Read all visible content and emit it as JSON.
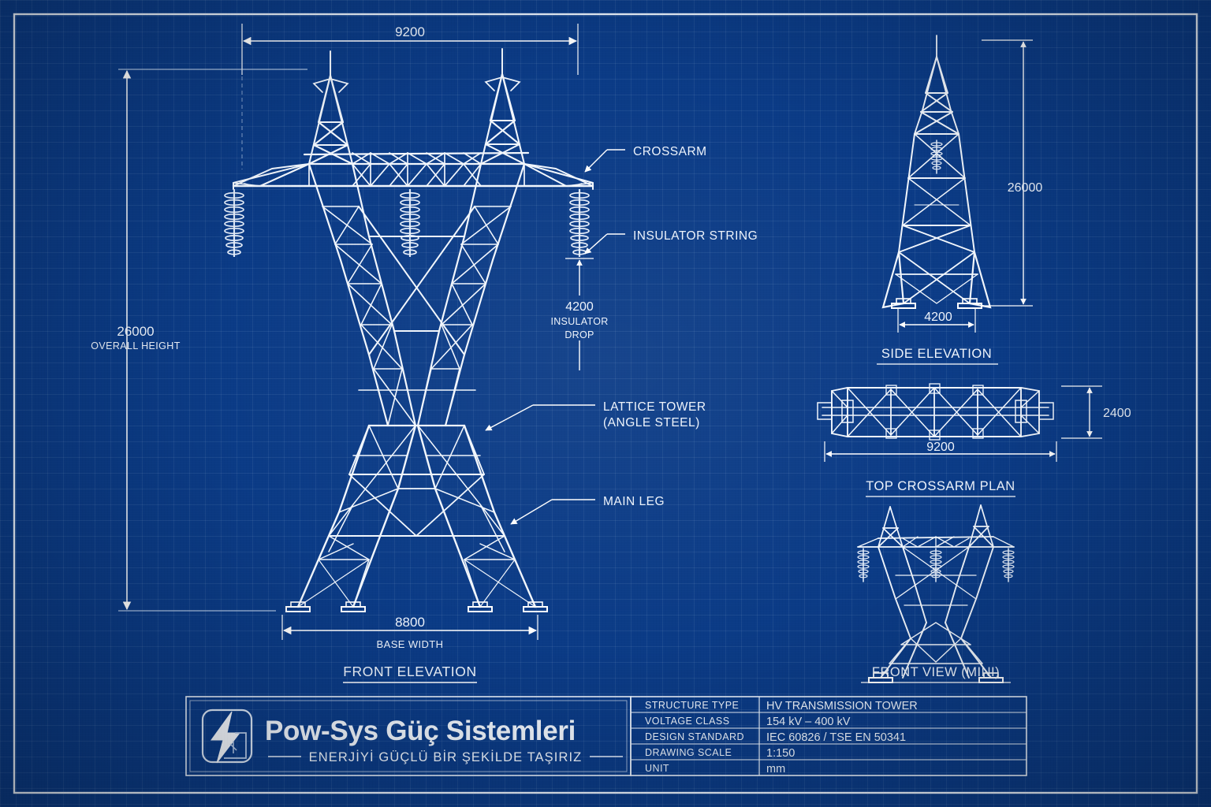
{
  "sheet": {
    "background_color": "#0b3b86",
    "ink_color": "#ffffff",
    "grid_color": "#bed7f5",
    "unit_note": "mm"
  },
  "views": {
    "front_elevation": {
      "title": "FRONT ELEVATION",
      "dimensions": {
        "top_width": {
          "value": "9200"
        },
        "overall_height": {
          "value": "26000",
          "note": "OVERALL HEIGHT"
        },
        "base_width": {
          "value": "8800",
          "note": "BASE WIDTH"
        },
        "insulator_drop": {
          "value": "4200",
          "note_line1": "INSULATOR",
          "note_line2": "DROP"
        }
      },
      "callouts": [
        {
          "label": "CROSSARM"
        },
        {
          "label": "INSULATOR STRING"
        },
        {
          "label_line1": "LATTICE TOWER",
          "label_line2": "(ANGLE STEEL)"
        },
        {
          "label": "MAIN LEG"
        }
      ]
    },
    "side_elevation": {
      "title": "SIDE ELEVATION",
      "dimensions": {
        "height": {
          "value": "26000"
        },
        "base_width": {
          "value": "4200"
        }
      }
    },
    "top_crossarm_plan": {
      "title": "TOP CROSSARM PLAN",
      "dimensions": {
        "length": {
          "value": "9200"
        },
        "width": {
          "value": "2400"
        }
      }
    },
    "front_view_mini": {
      "title": "FRONT VIEW (MINI)"
    }
  },
  "title_block": {
    "company": {
      "name": "Pow-Sys Güç Sistemleri",
      "tagline": "ENERJİYİ GÜÇLÜ BİR ŞEKİLDE TAŞIRIZ",
      "logo_icon": "lightning-bolt-icon"
    },
    "spec_rows": [
      {
        "label": "STRUCTURE TYPE",
        "value": "HV TRANSMISSION TOWER"
      },
      {
        "label": "VOLTAGE CLASS",
        "value": "154 kV – 400 kV"
      },
      {
        "label": "DESIGN STANDARD",
        "value": "IEC 60826 / TSE EN 50341"
      },
      {
        "label": "DRAWING SCALE",
        "value": "1:150"
      },
      {
        "label": "UNIT",
        "value": "mm"
      }
    ]
  }
}
